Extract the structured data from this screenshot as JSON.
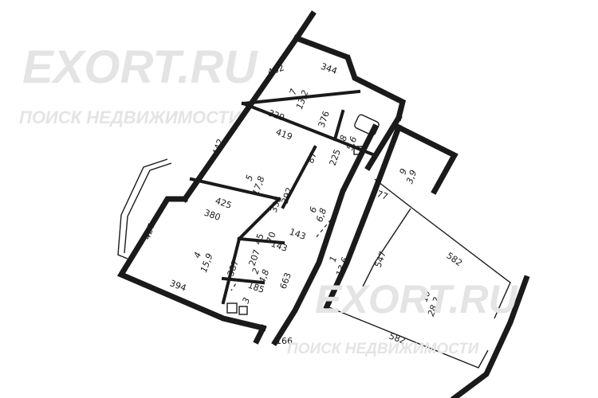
{
  "watermarks": {
    "brand_top": "EXORT.RU",
    "tagline_top": "ПОИСК НЕДВИЖИМОСТИ",
    "brand_bottom": "EXORT.RU",
    "tagline_bottom": "ПОИСК НЕДВИЖИМОСТИ"
  },
  "rooms": [
    {
      "id": "1",
      "number": "1",
      "area": "13,6"
    },
    {
      "id": "2",
      "number": "2",
      "area": "4,8"
    },
    {
      "id": "3",
      "number": "3",
      "area": ""
    },
    {
      "id": "4",
      "number": "4",
      "area": "15,9"
    },
    {
      "id": "5",
      "number": "5",
      "area": "17,8"
    },
    {
      "id": "6",
      "number": "6",
      "area": "6,8"
    },
    {
      "id": "7",
      "number": "7",
      "area": "13,2"
    },
    {
      "id": "8",
      "number": "8",
      "area": "5,6"
    },
    {
      "id": "9",
      "number": "9",
      "area": "3,9"
    },
    {
      "id": "10",
      "number": "10",
      "area": "28,2"
    }
  ],
  "dimensions": {
    "d402": "402",
    "d344": "344",
    "d329": "329",
    "d376": "376",
    "d419": "419",
    "d442": "442",
    "d87": "87",
    "d225": "225",
    "d392": "392",
    "d333": "333",
    "d425": "425",
    "d380": "380",
    "d427": "427",
    "d143a": "143",
    "d143b": "143",
    "d70": "70",
    "d45": "45",
    "d207": "207",
    "d387": "387",
    "d185": "185",
    "d394": "394",
    "d663": "663",
    "d166": "166",
    "d177": "177",
    "d547": "547",
    "d582a": "582",
    "d582b": "582"
  }
}
